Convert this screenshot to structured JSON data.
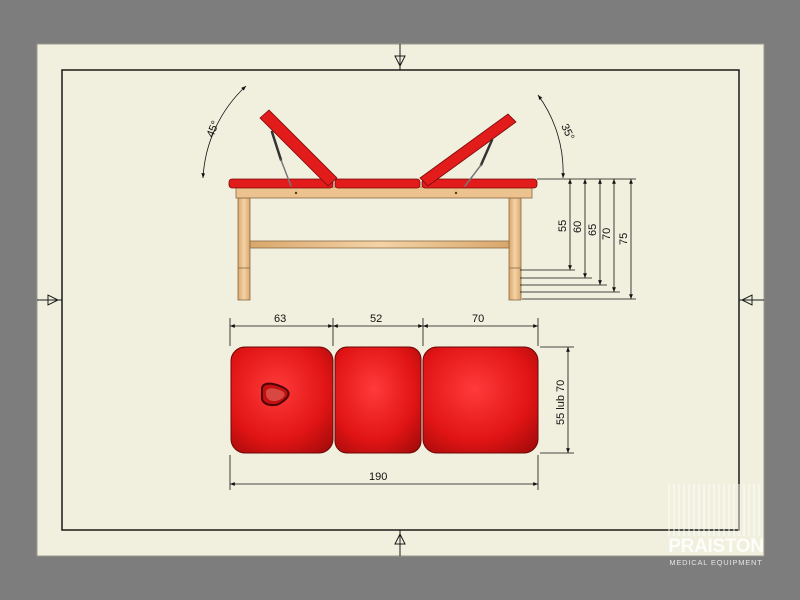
{
  "dims": {
    "angle_left": "45°",
    "angle_right": "35°",
    "heights": [
      "55",
      "60",
      "65",
      "70",
      "75"
    ],
    "seg1": "63",
    "seg2": "52",
    "seg3": "70",
    "total_length": "190",
    "width": "55 lub 70"
  },
  "logo": {
    "name": "PRAISTON",
    "subtitle": "MEDICAL EQUIPMENT"
  },
  "colors": {
    "sheet": "#f1f0de",
    "frame_bg": "#7d7d7d",
    "cushion": "#e21b1b",
    "wood": "#ecc28e",
    "line": "#1a1a1a"
  }
}
